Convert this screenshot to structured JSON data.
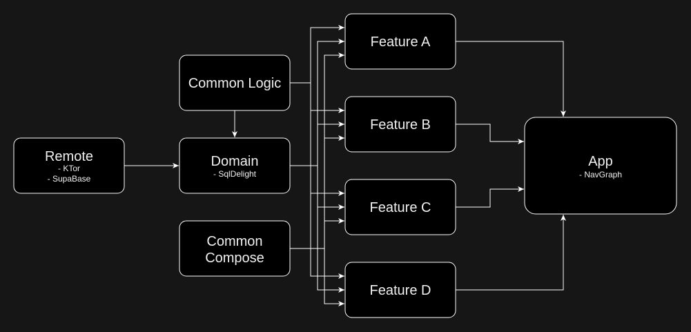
{
  "diagram": {
    "background_color": "#161616",
    "node_fill": "#000000",
    "stroke_color": "#ffffff",
    "nodes": {
      "remote": {
        "title": "Remote",
        "subtitles": [
          "- KTor",
          "- SupaBase"
        ]
      },
      "common_logic": {
        "title": "Common Logic"
      },
      "domain": {
        "title": "Domain",
        "subtitles": [
          "- SqlDelight"
        ]
      },
      "common_compose": {
        "title_lines": [
          "Common",
          "Compose"
        ]
      },
      "feature_a": {
        "title": "Feature A"
      },
      "feature_b": {
        "title": "Feature B"
      },
      "feature_c": {
        "title": "Feature C"
      },
      "feature_d": {
        "title": "Feature D"
      },
      "app": {
        "title": "App",
        "subtitles": [
          "- NavGraph"
        ]
      }
    },
    "edges": [
      {
        "from": "Remote",
        "to": "Domain"
      },
      {
        "from": "Common Logic",
        "to": "Domain"
      },
      {
        "from": "Common Logic",
        "to": "Feature A"
      },
      {
        "from": "Common Logic",
        "to": "Feature B"
      },
      {
        "from": "Common Logic",
        "to": "Feature C"
      },
      {
        "from": "Common Logic",
        "to": "Feature D"
      },
      {
        "from": "Domain",
        "to": "Feature A"
      },
      {
        "from": "Domain",
        "to": "Feature B"
      },
      {
        "from": "Domain",
        "to": "Feature C"
      },
      {
        "from": "Domain",
        "to": "Feature D"
      },
      {
        "from": "Common Compose",
        "to": "Feature A"
      },
      {
        "from": "Common Compose",
        "to": "Feature B"
      },
      {
        "from": "Common Compose",
        "to": "Feature C"
      },
      {
        "from": "Common Compose",
        "to": "Feature D"
      },
      {
        "from": "Feature A",
        "to": "App"
      },
      {
        "from": "Feature B",
        "to": "App"
      },
      {
        "from": "Feature C",
        "to": "App"
      },
      {
        "from": "Feature D",
        "to": "App"
      }
    ]
  }
}
